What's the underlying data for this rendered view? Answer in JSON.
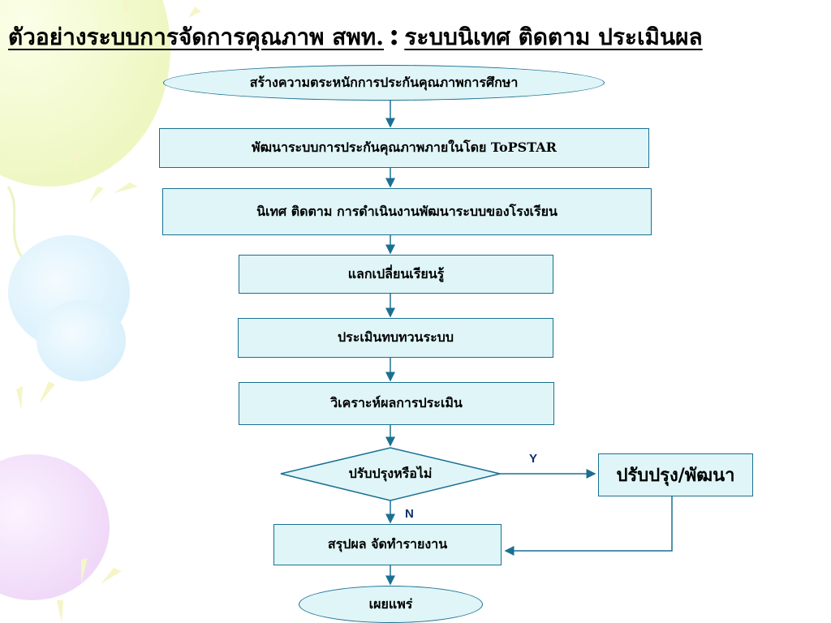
{
  "title": {
    "left": "ตัวอย่างระบบการจัดการคุณภาพ สพท.",
    "colon": ":",
    "right": "ระบบนิเทศ ติดตาม ประเมินผล"
  },
  "flow": {
    "start": "สร้างความตระหนักการประกันคุณภาพการศึกษา",
    "step1": "พัฒนาระบบการประกันคุณภาพภายในโดย ToPSTAR",
    "step2": "นิเทศ ติดตาม การดำเนินงานพัฒนาระบบของโรงเรียน",
    "step3": "แลกเปลี่ยนเรียนรู้",
    "step4": "ประเมินทบทวนระบบ",
    "step5": "วิเคราะห์ผลการประเมิน",
    "decision": "ปรับปรุงหรือไม่",
    "improve": "ปรับปรุง/พัฒนา",
    "summary": "สรุปผล จัดทำรายงาน",
    "end": "เผยแพร่",
    "yes_label": "Y",
    "no_label": "N"
  },
  "colors": {
    "box_fill": "#dff5f7",
    "box_border": "#1b6f92",
    "arrow": "#1b6f92",
    "label": "#10306b"
  }
}
